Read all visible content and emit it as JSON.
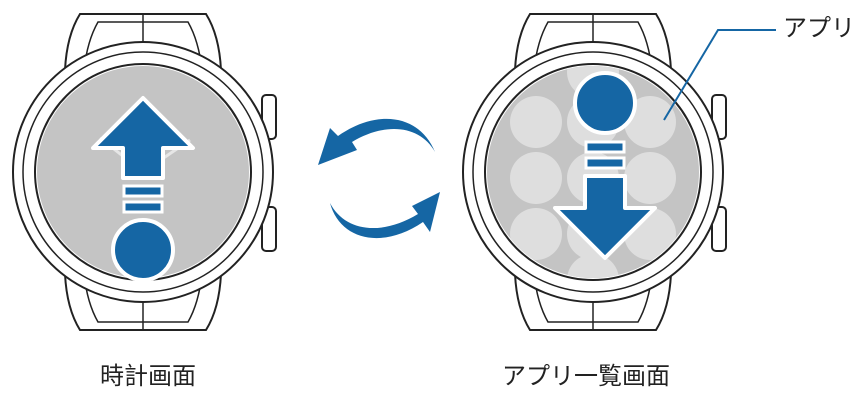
{
  "labels": {
    "watch_face_caption": "時計画面",
    "apps_screen_caption": "アプリ一覧画面",
    "apps_callout": "アプリ"
  },
  "colors": {
    "accent_blue": "#1566a4",
    "screen_gray": "#c4c4c4",
    "app_circle": "#dedede",
    "outline": "#222222"
  },
  "icons": {
    "swipe_up": "arrow-up-icon",
    "swipe_down": "arrow-down-icon",
    "switch": "cycle-arrows-icon"
  }
}
